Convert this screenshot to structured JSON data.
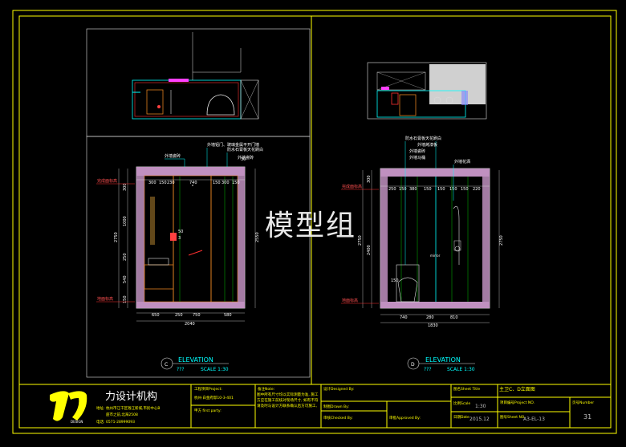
{
  "watermark": "模型组",
  "left_view": {
    "elevation_letter": "C",
    "elevation_title": "ELEVATION",
    "scale_prefix": "???",
    "scale_text": "SCALE  1:30",
    "notes": [
      "外墙瓷砖",
      "外墙铝门、玻璃金属平开门墙",
      "防水石膏板天花刷白",
      "外墙瓷砖"
    ],
    "top_dims": [
      "300",
      "150",
      "230",
      "740",
      "150",
      "300",
      "150"
    ],
    "bottom_dims": [
      "650",
      "250",
      "750",
      "580"
    ],
    "bottom_total": "2040",
    "left_dims": [
      "300",
      "1000",
      "250",
      "540",
      "150"
    ],
    "left_total": "2750",
    "right_dims": [
      "2550"
    ],
    "level_top": "完成面标高",
    "level_bottom": "地面标高",
    "inner_marks": [
      "50",
      "3",
      "30"
    ]
  },
  "right_view": {
    "elevation_letter": "D",
    "elevation_title": "ELEVATION",
    "scale_prefix": "???",
    "scale_text": "SCALE  1:30",
    "notes": [
      "防水石膏板天花刷白",
      "外墙烤漆板",
      "外墙瓷砖",
      "外墙马桶",
      "外墙花洒"
    ],
    "top_dims": [
      "250",
      "150",
      "380",
      "150",
      "150",
      "150",
      "150",
      "220"
    ],
    "bottom_dims": [
      "740",
      "280",
      "810"
    ],
    "bottom_total": "1830",
    "left_dims": [
      "2400",
      "300"
    ],
    "left_total": "2750",
    "right_dims": [
      "2750"
    ],
    "level_top": "完成面标高",
    "level_bottom": "地面标高",
    "inner_marks": [
      "150",
      "mirror"
    ]
  },
  "title_block": {
    "logo_text": "DESIGN",
    "company_name": "力设计机构",
    "address_label": "地址:",
    "address_line1": "杭州市江干区钱江新城,市民中心B",
    "address_line2": "座市之前,北海2508",
    "phone_label": "电话:",
    "phone": "0571-28999093",
    "project_label": "工程项目Project:",
    "project_value": "杭州·白金府邸10-3-401",
    "owner_label": "甲方 first party:",
    "note_label": "备注Note:",
    "note_text": "图中所有尺寸均以实际测量为准, 施工方应在施工前核对现场尺寸, 如有不符请及时与设计方联系确认后方可施工,",
    "designed_label": "设计Designed By:",
    "drawn_label": "制图Drawn By:",
    "checked_label": "审核Checked By:",
    "approved_label": "审批Approved By:",
    "sheet_title_label": "图名Sheet Title",
    "sheet_title": "主卫C、D立面图",
    "scale_label": "比例Scale",
    "scale_value": "1:30",
    "date_label": "日期Date",
    "date_value": "2015.12",
    "project_no_label": "项目编号Project NO.",
    "sheet_no_label": "图号Sheet NO.",
    "sheet_no": "A3-EL-13",
    "page_label": "页号Number",
    "page_no": "31"
  },
  "colors": {
    "frame": "#ffff00",
    "wall_fill": "#c090c0",
    "dimension": "#e0e0e0",
    "leader": "#00ffff",
    "background": "#000000"
  }
}
